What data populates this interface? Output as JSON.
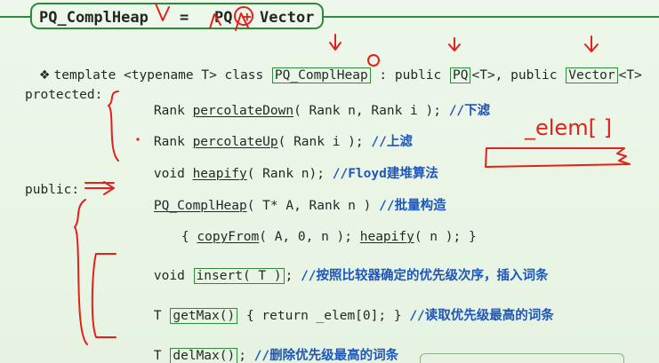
{
  "title": {
    "left": "PQ_ComplHeap",
    "equals": "=",
    "pq": "PQ",
    "plus": "+",
    "vector": "Vector"
  },
  "template_line": {
    "prefix": "template <typename T> class",
    "class_name": "PQ_ComplHeap",
    "colon": ":",
    "public_1": "public",
    "pq": "PQ",
    "t_1": "<T>, public",
    "vector": "Vector",
    "t_2": "<T>"
  },
  "protected": {
    "label": "protected:",
    "rows": [
      {
        "prefix": "Rank",
        "method": "percolateDown",
        "args": "( Rank n, Rank i );",
        "comment": "//下滤"
      },
      {
        "prefix": "Rank",
        "method": "percolateUp",
        "args": "( Rank i );",
        "comment": "//上滤"
      },
      {
        "prefix": "void",
        "method": "heapify",
        "args": "( Rank n);",
        "comment": "//Floyd建堆算法"
      }
    ]
  },
  "public": {
    "label": "public:",
    "constructor": {
      "method": "PQ_ComplHeap",
      "args": "( T* A, Rank n )",
      "comment": "//批量构造"
    },
    "constructor_body": {
      "open": "{",
      "copy_method": "copyFrom",
      "copy_args": "( A, 0, n );",
      "heapify_method": "heapify",
      "heapify_args": "( n ); }"
    },
    "rows": [
      {
        "prefix": "void",
        "method": "insert( T )",
        "suffix": ";",
        "comment": "//按照比较器确定的优先级次序，插入词条"
      },
      {
        "prefix": "T",
        "method": "getMax()",
        "suffix": "{ return _elem[0]; }",
        "comment": "//读取优先级最高的词条"
      },
      {
        "prefix": "T",
        "method": "delMax()",
        "suffix": ";",
        "comment": "//删除优先级最高的词条"
      }
    ]
  },
  "annotations": {
    "handwritten_elem": "_elem[ ]"
  },
  "colors": {
    "accent_green": "#2f8b3c",
    "comment_blue": "#1f57b8",
    "annotation_red": "#e4201b"
  },
  "icons": {
    "bullet": "diamond-bullet-icon",
    "arrow": "red-arrow-icon"
  }
}
